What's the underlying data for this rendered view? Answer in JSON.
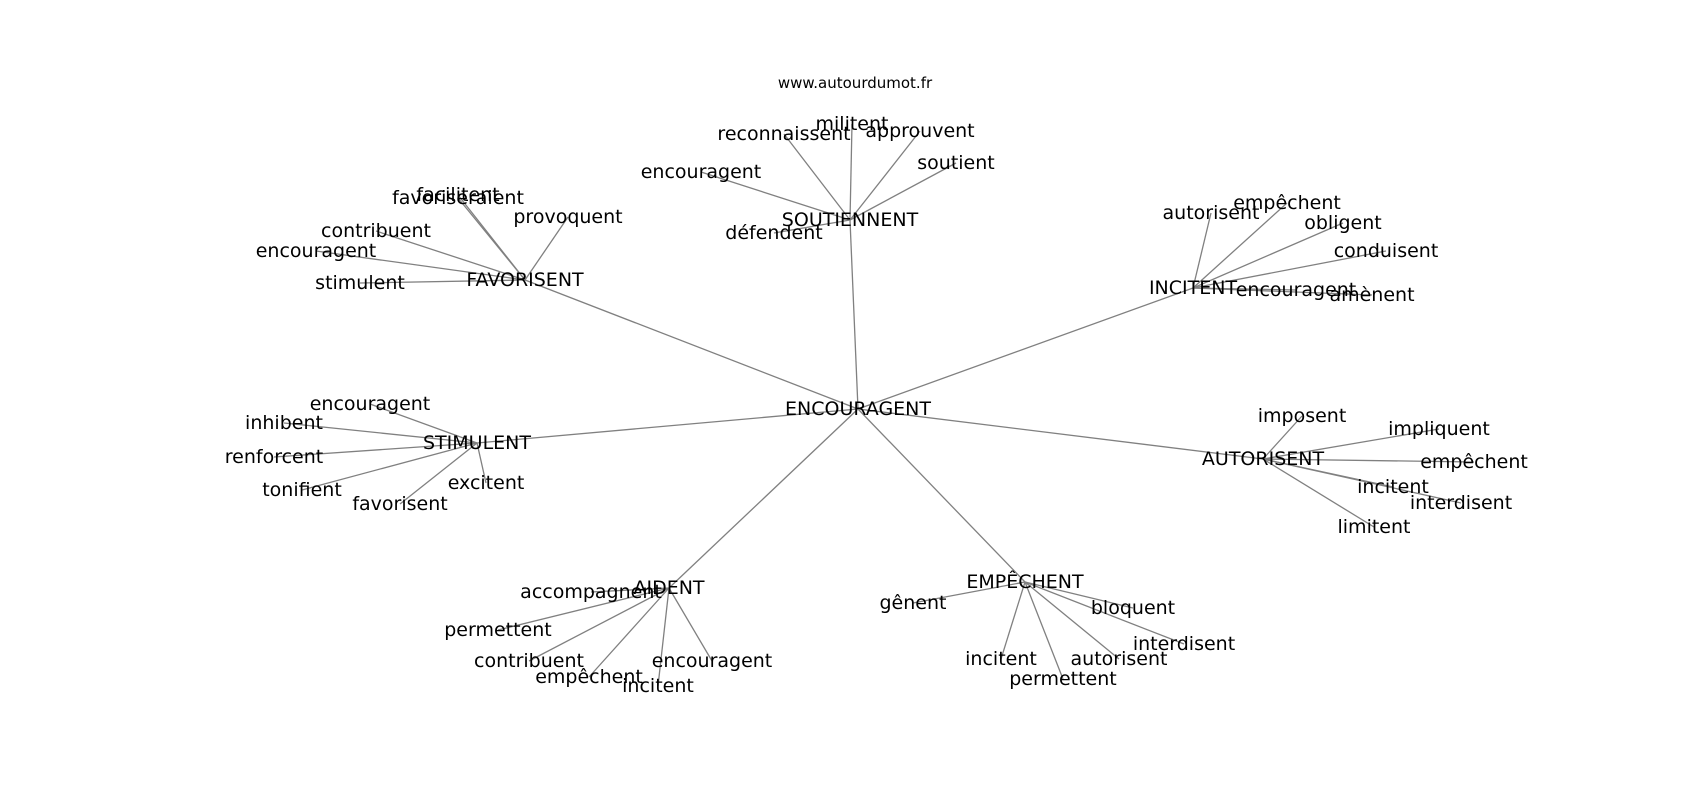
{
  "site": "www.autourdumot.fr",
  "graph": {
    "center": "ENCOURAGENT",
    "hubs": [
      {
        "id": "favorisent",
        "label": "FAVORISENT",
        "leaves": [
          "favoriseraient",
          "facilitent",
          "provoquent",
          "contribuent",
          "encouragent",
          "stimulent"
        ]
      },
      {
        "id": "soutiennent",
        "label": "SOUTIENNENT",
        "leaves": [
          "reconnaissent",
          "militent",
          "approuvent",
          "soutient",
          "encouragent",
          "défendent"
        ]
      },
      {
        "id": "incitent",
        "label": "INCITENT",
        "leaves": [
          "autorisent",
          "empêchent",
          "obligent",
          "conduisent",
          "encouragent",
          "amènent"
        ]
      },
      {
        "id": "stimulent",
        "label": "STIMULENT",
        "leaves": [
          "encouragent",
          "inhibent",
          "renforcent",
          "tonifient",
          "favorisent",
          "excitent"
        ]
      },
      {
        "id": "autorisent",
        "label": "AUTORISENT",
        "leaves": [
          "imposent",
          "impliquent",
          "empêchent",
          "incitent",
          "interdisent",
          "limitent"
        ]
      },
      {
        "id": "aident",
        "label": "AIDENT",
        "leaves": [
          "accompagnent",
          "permettent",
          "contribuent",
          "empêchent",
          "incitent",
          "encouragent"
        ]
      },
      {
        "id": "empechent",
        "label": "EMPÊCHENT",
        "leaves": [
          "gênent",
          "bloquent",
          "interdisent",
          "autorisent",
          "permettent",
          "incitent"
        ]
      }
    ]
  }
}
